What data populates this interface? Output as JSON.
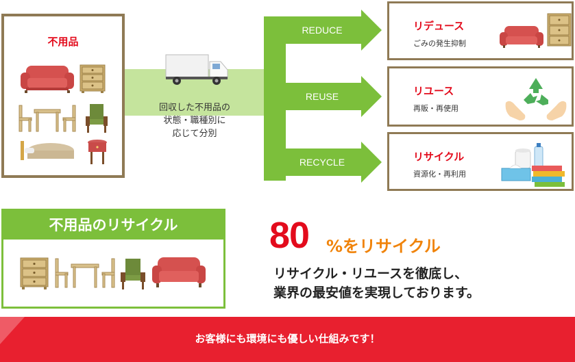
{
  "items_box": {
    "title": "不用品"
  },
  "sorting": {
    "lines": [
      "回収した不用品の",
      "状態・職種別に",
      "応じて分別"
    ]
  },
  "arrows": [
    {
      "label": "REDUCE"
    },
    {
      "label": "REUSE"
    },
    {
      "label": "RECYCLE"
    }
  ],
  "results": [
    {
      "title": "リデュース",
      "subtitle": "ごみの発生抑制"
    },
    {
      "title": "リユース",
      "subtitle": "再販・再使用"
    },
    {
      "title": "リサイクル",
      "subtitle": "資源化・再利用"
    }
  ],
  "recycle_section": {
    "title": "不用品のリサイクル"
  },
  "stat": {
    "number": "80",
    "rest": "%をリサイクル",
    "lines": [
      "リサイクル・リユースを徹底し、",
      "業界の最安値を実現しております。"
    ]
  },
  "banner": {
    "text": "お客様にも環境にも優しい仕組みです！"
  },
  "colors": {
    "green": "#7cbf3b",
    "light_green": "#c5e49d",
    "red": "#e30b1c",
    "orange": "#f0830a",
    "brown": "#8f7a55",
    "banner": "#e8202f"
  }
}
